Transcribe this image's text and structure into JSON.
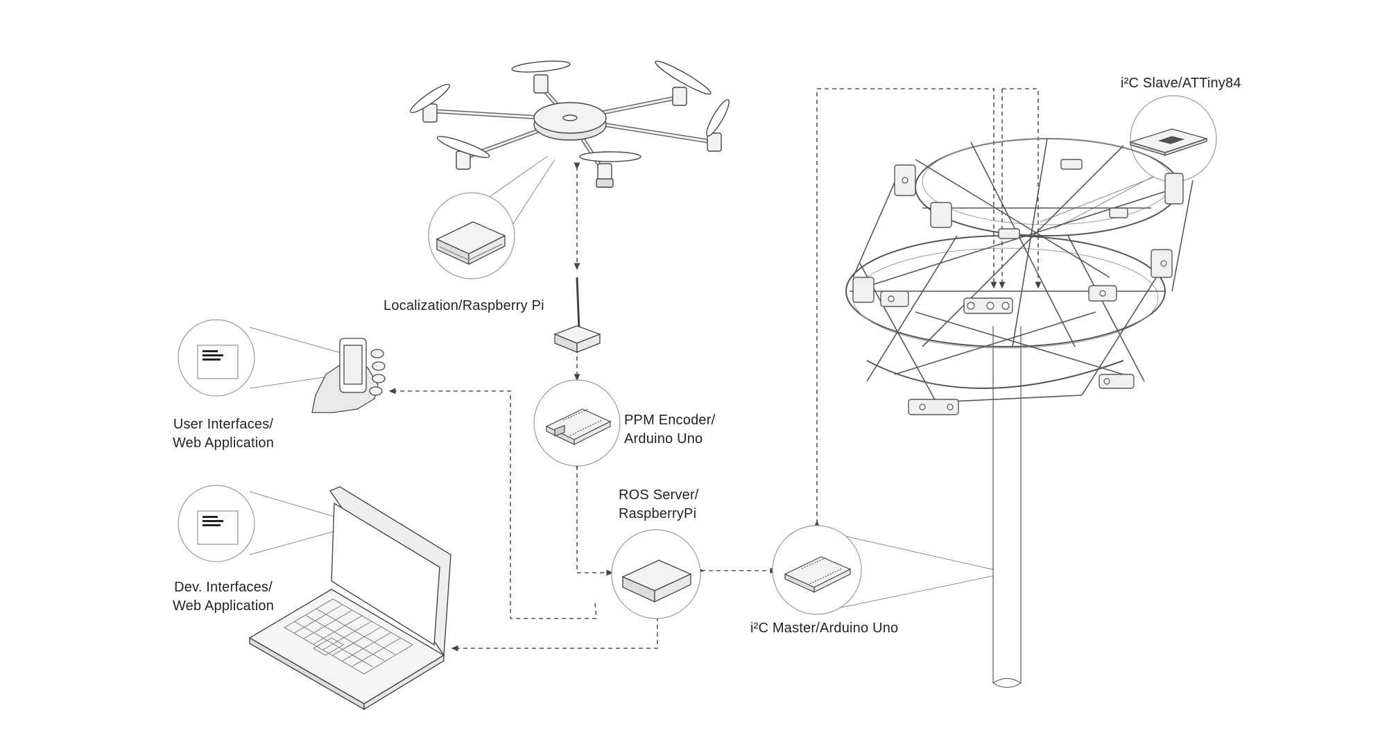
{
  "labels": {
    "localization": "Localization/Raspberry Pi",
    "ppm_line1": "PPM Encoder/",
    "ppm_line2": "Arduino Uno",
    "ros_line1": "ROS Server/",
    "ros_line2": "RaspberryPi",
    "user_line1": "User Interfaces/",
    "user_line2": "Web Application",
    "dev_line1": "Dev. Interfaces/",
    "dev_line2": "Web Application",
    "i2c_master": "i²C Master/Arduino Uno",
    "i2c_slave": "i²C Slave/ATTiny84"
  },
  "colors": {
    "line": "#555555",
    "outline": "#444444",
    "fill_light": "#f2f2f2",
    "fill_mid": "#d9d9d9",
    "text": "#222222"
  },
  "icons": [
    "hexacopter",
    "raspberry-pi-board",
    "radio-transmitter",
    "arduino-uno-board",
    "smartphone-in-hand",
    "laptop",
    "attiny84-chip",
    "kinetic-structure"
  ]
}
